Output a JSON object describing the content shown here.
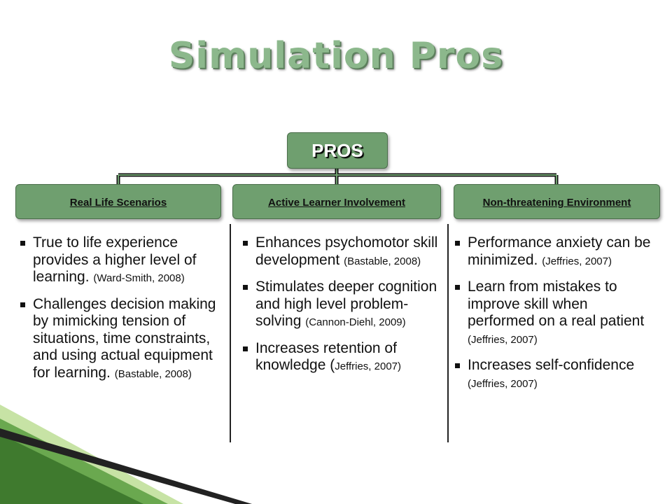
{
  "title": "Simulation Pros",
  "root": "PROS",
  "categories": [
    {
      "label": "Real Life Scenarios",
      "items": [
        {
          "text": "True to life experience provides a higher level of learning.",
          "cite": "(Ward-Smith, 2008)"
        },
        {
          "text": "Challenges decision making by mimicking tension of situations, time constraints, and using actual equipment for learning.",
          "cite": "(Bastable, 2008)"
        }
      ]
    },
    {
      "label": "Active Learner Involvement",
      "items": [
        {
          "text": "Enhances psychomotor skill development",
          "cite": "(Bastable, 2008)"
        },
        {
          "text": "Stimulates deeper cognition and high level problem-solving",
          "cite": "(Cannon-Diehl, 2009)"
        },
        {
          "text": "Increases retention of knowledge (",
          "cite": "Jeffries, 2007)"
        }
      ]
    },
    {
      "label": "Non-threatening Environment",
      "items": [
        {
          "text": "Performance anxiety can be minimized.",
          "cite": "(Jeffries, 2007)"
        },
        {
          "text": "Learn from mistakes to improve skill when performed on a real patient",
          "cite": "(Jeffries, 2007)"
        },
        {
          "text": "Increases self-confidence",
          "cite": "(Jeffries, 2007)"
        }
      ]
    }
  ],
  "colors": {
    "box_fill": "#6f9f6f",
    "title": "#8cb88c",
    "deco_green": "#6aa84f"
  }
}
